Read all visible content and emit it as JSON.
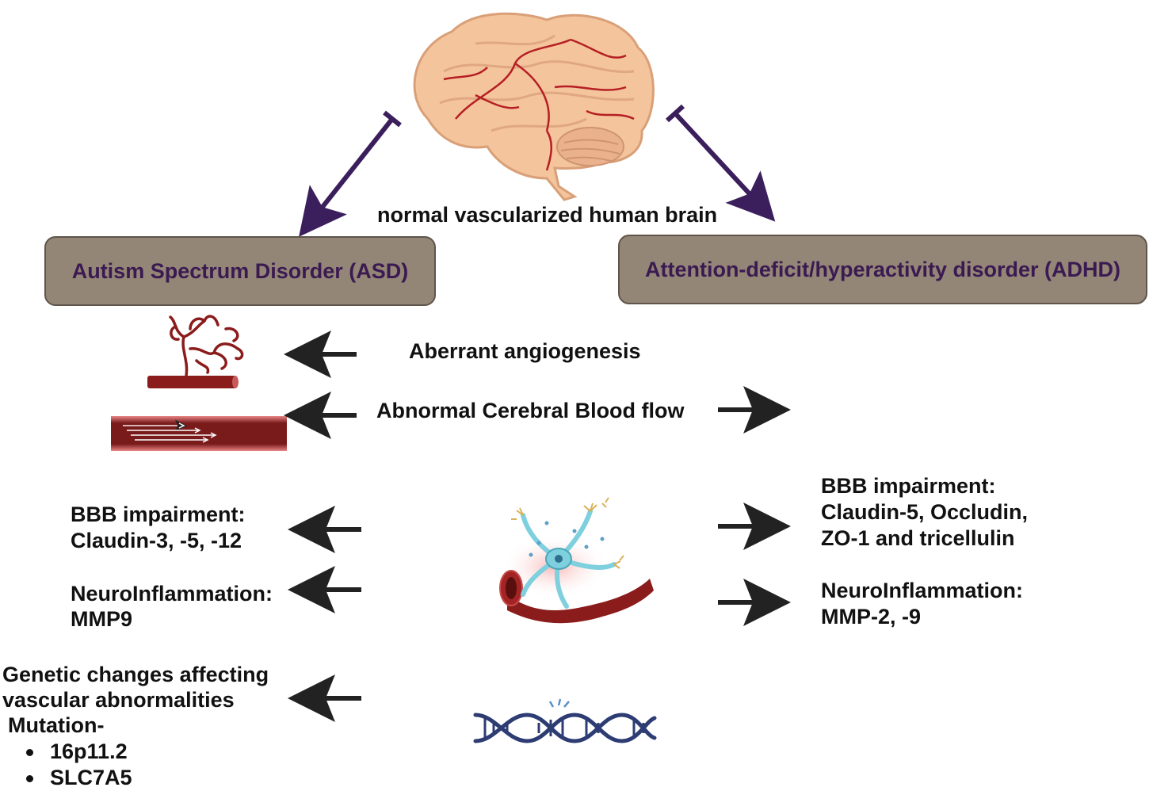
{
  "brain_caption": "normal vascularized human brain",
  "asd_box": "Autism Spectrum Disorder (ASD)",
  "adhd_box": "Attention-deficit/hyperactivity disorder (ADHD)",
  "angiogenesis": "Aberrant angiogenesis",
  "blood_flow": "Abnormal Cerebral Blood flow",
  "asd_bbb": {
    "title": "BBB impairment:",
    "detail": "Claudin-3, -5, -12"
  },
  "asd_inflammation": {
    "title": "NeuroInflammation:",
    "detail": "MMP9"
  },
  "adhd_bbb": {
    "title": "BBB impairment:",
    "line1": "Claudin-5, Occludin,",
    "line2": "ZO-1 and tricellulin"
  },
  "adhd_inflammation": {
    "title": "NeuroInflammation:",
    "detail": "MMP-2, -9"
  },
  "genetic": {
    "line1": "Genetic changes affecting",
    "line2": "vascular abnormalities",
    "line3": "Mutation-",
    "mutations": [
      "16p11.2",
      "SLC7A5"
    ]
  },
  "icons": [
    "brain-icon",
    "angiogenesis-vessel-icon",
    "blood-flow-vessel-icon",
    "neurovascular-unit-icon",
    "dna-icon"
  ],
  "colors": {
    "box_fill": "#938676",
    "box_text": "#3b1a52",
    "diag_arrow": "#3b1f5c",
    "arrow": "#222222",
    "vessel": "#8b1c1c"
  }
}
